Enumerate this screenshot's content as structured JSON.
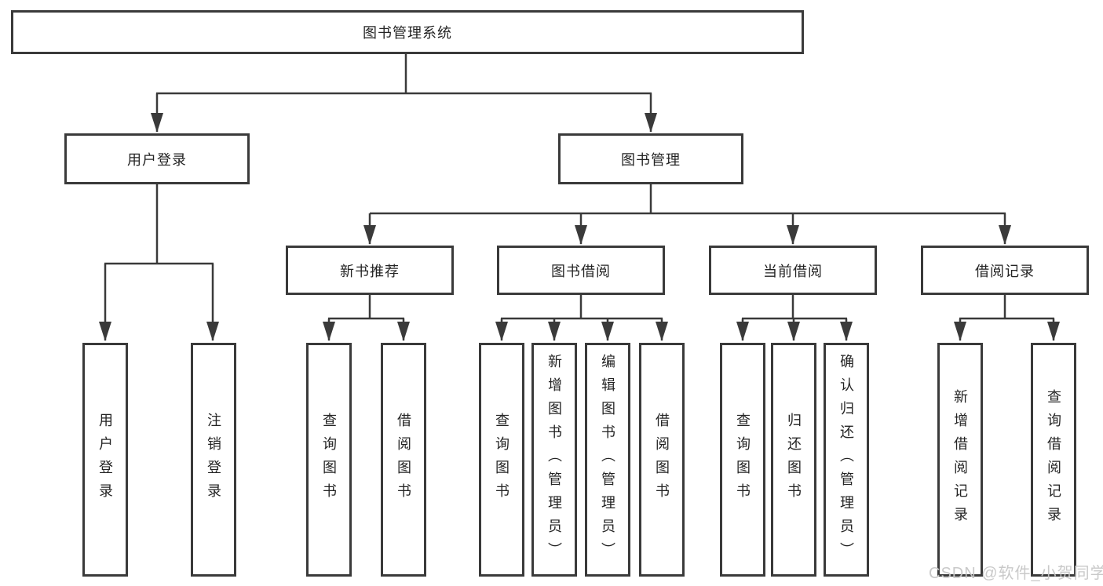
{
  "diagram": {
    "title": "图书管理系统",
    "tree": {
      "root": {
        "label": "图书管理系统",
        "children": [
          {
            "label": "用户登录",
            "children": [
              {
                "label": "用户登录"
              },
              {
                "label": "注销登录"
              }
            ]
          },
          {
            "label": "图书管理",
            "children": [
              {
                "label": "新书推荐",
                "children": [
                  {
                    "label": "查询图书"
                  },
                  {
                    "label": "借阅图书"
                  }
                ]
              },
              {
                "label": "图书借阅",
                "children": [
                  {
                    "label": "查询图书"
                  },
                  {
                    "label": "新增图书（管理员）"
                  },
                  {
                    "label": "编辑图书（管理员）"
                  },
                  {
                    "label": "借阅图书"
                  }
                ]
              },
              {
                "label": "当前借阅",
                "children": [
                  {
                    "label": "查询图书"
                  },
                  {
                    "label": "归还图书"
                  },
                  {
                    "label": "确认归还（管理员）"
                  }
                ]
              },
              {
                "label": "借阅记录",
                "children": [
                  {
                    "label": "新增借阅记录"
                  },
                  {
                    "label": "查询借阅记录"
                  }
                ]
              }
            ]
          }
        ]
      }
    },
    "colors": {
      "line": "#3a3a3a",
      "text": "#242424",
      "background": "#ffffff",
      "watermark": "#c6c6c6"
    }
  },
  "watermark": {
    "text": "CSDN @软件_小贺同学"
  }
}
